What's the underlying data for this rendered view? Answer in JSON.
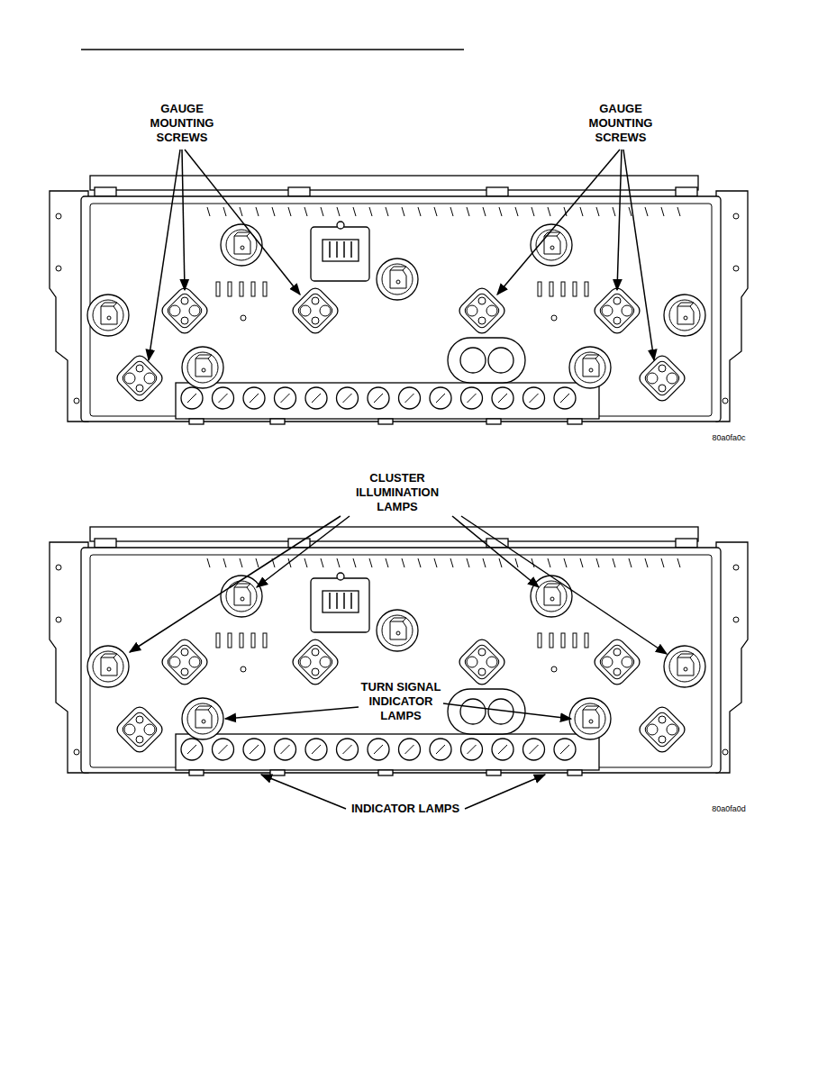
{
  "diagram": {
    "labels": [
      "GAUGE MOUNTING SCREWS",
      "GAUGE MOUNTING SCREWS",
      "80a0fa0c",
      "CLUSTER ILLUMINATION LAMPS",
      "TURN SIGNAL INDICATOR LAMPS",
      "INDICATOR LAMPS",
      "80a0fa0d"
    ]
  }
}
